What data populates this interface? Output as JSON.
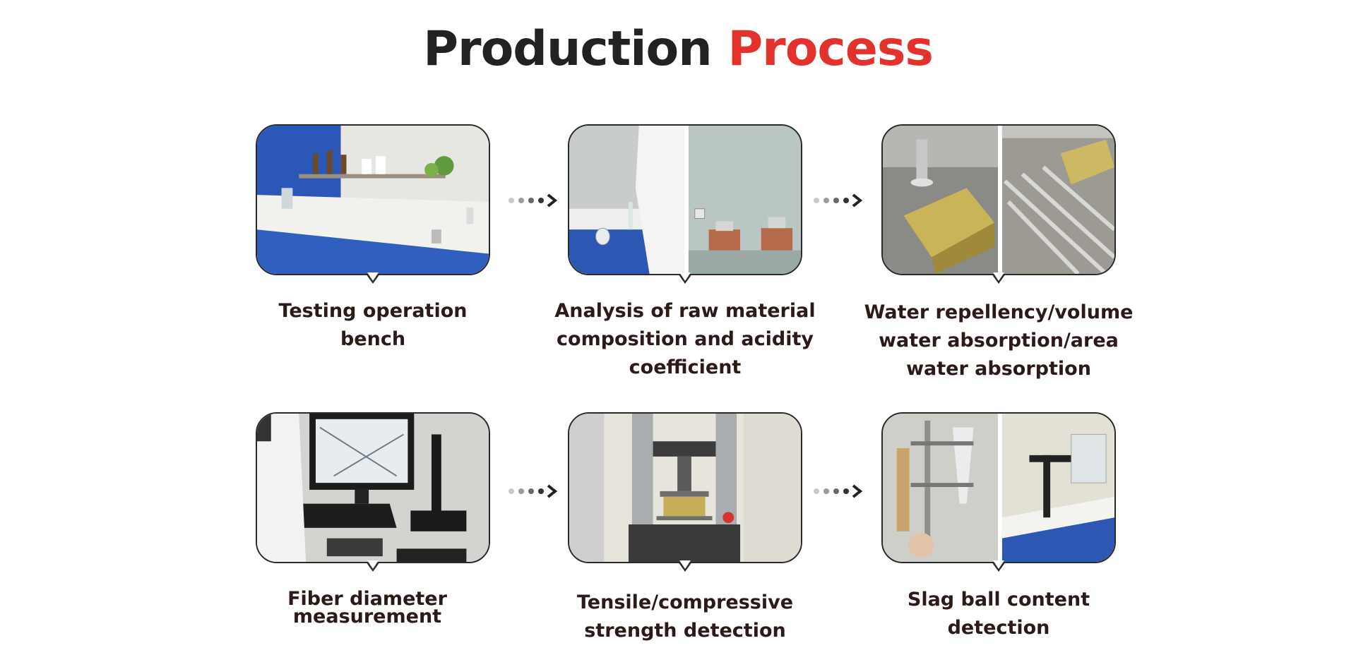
{
  "title": {
    "part1": "Production",
    "part2": "Process",
    "accent_color": "#e3322b"
  },
  "steps": [
    {
      "caption_lines": [
        "Testing operation",
        "bench"
      ],
      "photo": "lab-bench"
    },
    {
      "caption_lines": [
        "Analysis of raw material",
        "composition and acidity",
        "coefficient"
      ],
      "photo": "chemical-analysis"
    },
    {
      "caption_lines": [
        "Water repellency/volume",
        "water absorption/area",
        "water absorption"
      ],
      "photo": "water-absorption-test"
    },
    {
      "caption_lines": [
        "Fiber diameter",
        "measurement"
      ],
      "photo": "microscope-measurement"
    },
    {
      "caption_lines": [
        "Tensile/compressive",
        "strength detection"
      ],
      "photo": "tensile-testing-machine"
    },
    {
      "caption_lines": [
        "Slag ball content",
        "detection"
      ],
      "photo": "slag-ball-apparatus"
    }
  ],
  "flow_icon": "dotted-arrow-icon"
}
